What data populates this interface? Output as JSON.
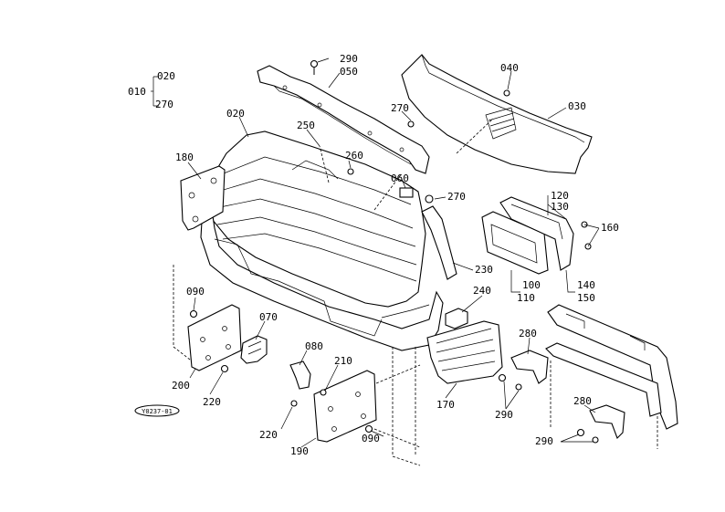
{
  "diagram": {
    "group_label": "010",
    "group_members": [
      "020",
      "270"
    ],
    "stamp": "Y0237-01",
    "parts": {
      "p290a": "290",
      "p050": "050",
      "p040": "040",
      "p030": "030",
      "p020": "020",
      "p250": "250",
      "p270a": "270",
      "p260": "260",
      "p060": "060",
      "p270b": "270",
      "p180": "180",
      "p120": "120",
      "p130": "130",
      "p160": "160",
      "p230": "230",
      "p100": "100",
      "p110": "110",
      "p140": "140",
      "p150": "150",
      "p090a": "090",
      "p240": "240",
      "p070": "070",
      "p280a": "280",
      "p080": "080",
      "p200": "200",
      "p210": "210",
      "p220a": "220",
      "p170": "170",
      "p220b": "220",
      "p290b": "290",
      "p090b": "090",
      "p190": "190",
      "p280b": "280",
      "p290c": "290"
    }
  }
}
